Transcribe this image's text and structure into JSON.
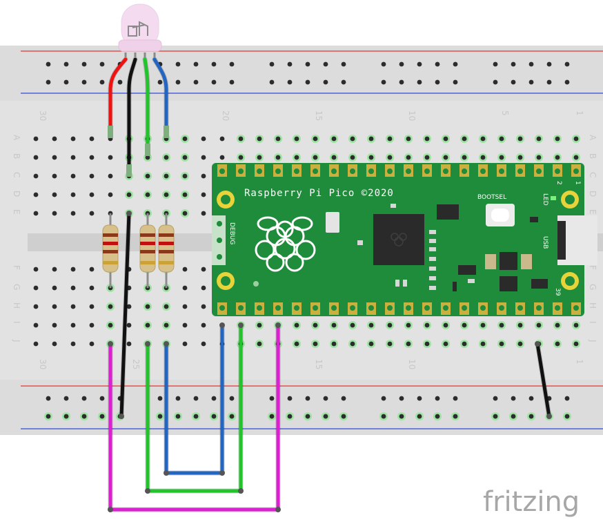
{
  "breadboard": {
    "row_letters_top": [
      "A",
      "B",
      "C",
      "D",
      "E"
    ],
    "row_letters_bottom": [
      "F",
      "G",
      "H",
      "I",
      "J"
    ],
    "column_labels": [
      "30",
      "25",
      "20",
      "15",
      "10",
      "5",
      "1"
    ]
  },
  "pico": {
    "title": "Raspberry Pi Pico ©2020",
    "bootsel_label": "BOOTSEL",
    "led_label": "LED",
    "debug_label": "DEBUG",
    "usb_label": "USB",
    "pin_label_top": "2",
    "pin_label_bottom": "39",
    "pin_label_one": "1"
  },
  "brand": "fritzing",
  "colors": {
    "board": "#e2e2e2",
    "rail_red": "#e03434",
    "rail_blue": "#3148d8",
    "pico_green": "#1e8c3a",
    "pad_gold": "#c9b03f",
    "wire_red": "#ee1212",
    "wire_black": "#111111",
    "wire_green": "#22c42c",
    "wire_blue": "#2366c2",
    "wire_magenta": "#dd1fd2",
    "led_body": "#f4dbef"
  }
}
